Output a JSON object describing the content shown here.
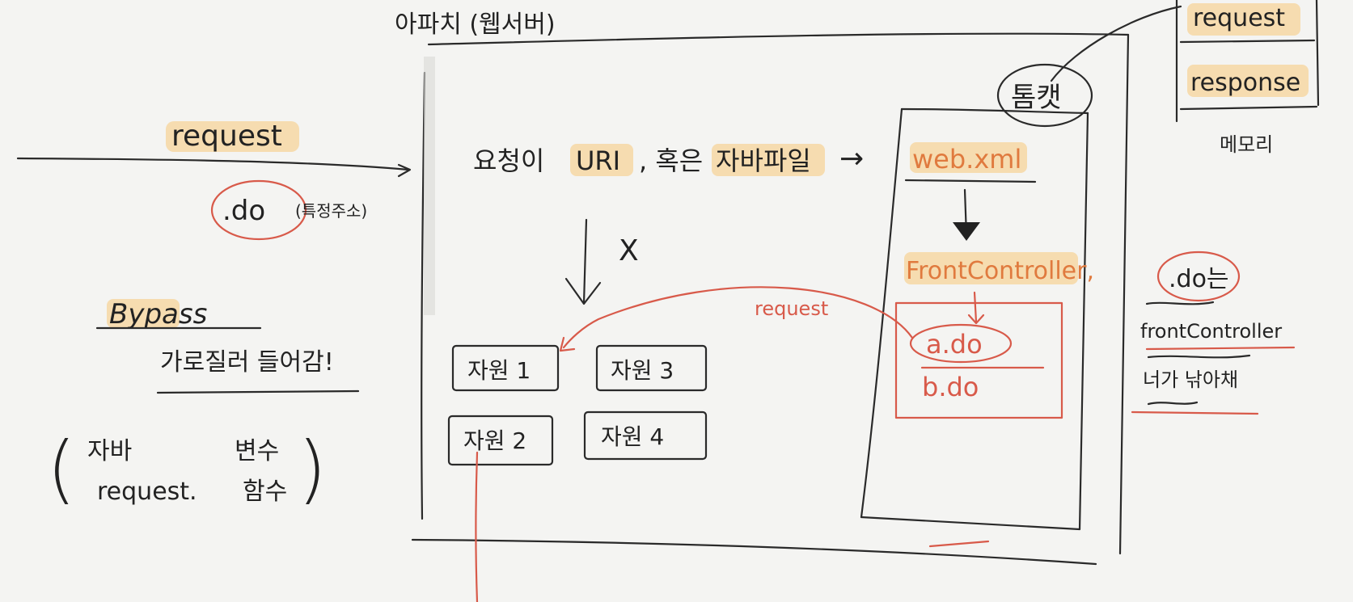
{
  "colors": {
    "ink": "#222222",
    "red_pen": "#d85a4a",
    "orange_pen": "#e07a3e",
    "highlighter": "#f7c97a",
    "paper": "#f4f4f2"
  },
  "server": {
    "title": "아파치 (웹서버)"
  },
  "request_side": {
    "request": "request",
    "do_suffix": ".do",
    "do_note": "(특정주소)",
    "bypass": "Bypass",
    "bypass_note": "가로질러 들어감!",
    "java_variable": "자바",
    "java_variable2": "변수",
    "java_function": "request.",
    "java_function2": "함수",
    "open_paren": "(",
    "close_paren": ")"
  },
  "request_flow": {
    "text1": "요청이",
    "text2": "URI",
    "text3": ", 혹은",
    "text4": "자바파일",
    "arrow": "→",
    "blocked": "X"
  },
  "resources": [
    "자원 1",
    "자원 3",
    "자원 2",
    "자원 4"
  ],
  "container": {
    "tomcat": "톰캣",
    "web_xml": "web.xml",
    "front_controller": "FrontController,",
    "request_label": "request",
    "a_do": "a.do",
    "b_do": "b.do"
  },
  "memory": {
    "request": "request",
    "response": "response",
    "label": "메모리"
  },
  "right_note": {
    "do_is": ".do는",
    "front_controller": "frontController",
    "note": "너가 낚아채"
  }
}
